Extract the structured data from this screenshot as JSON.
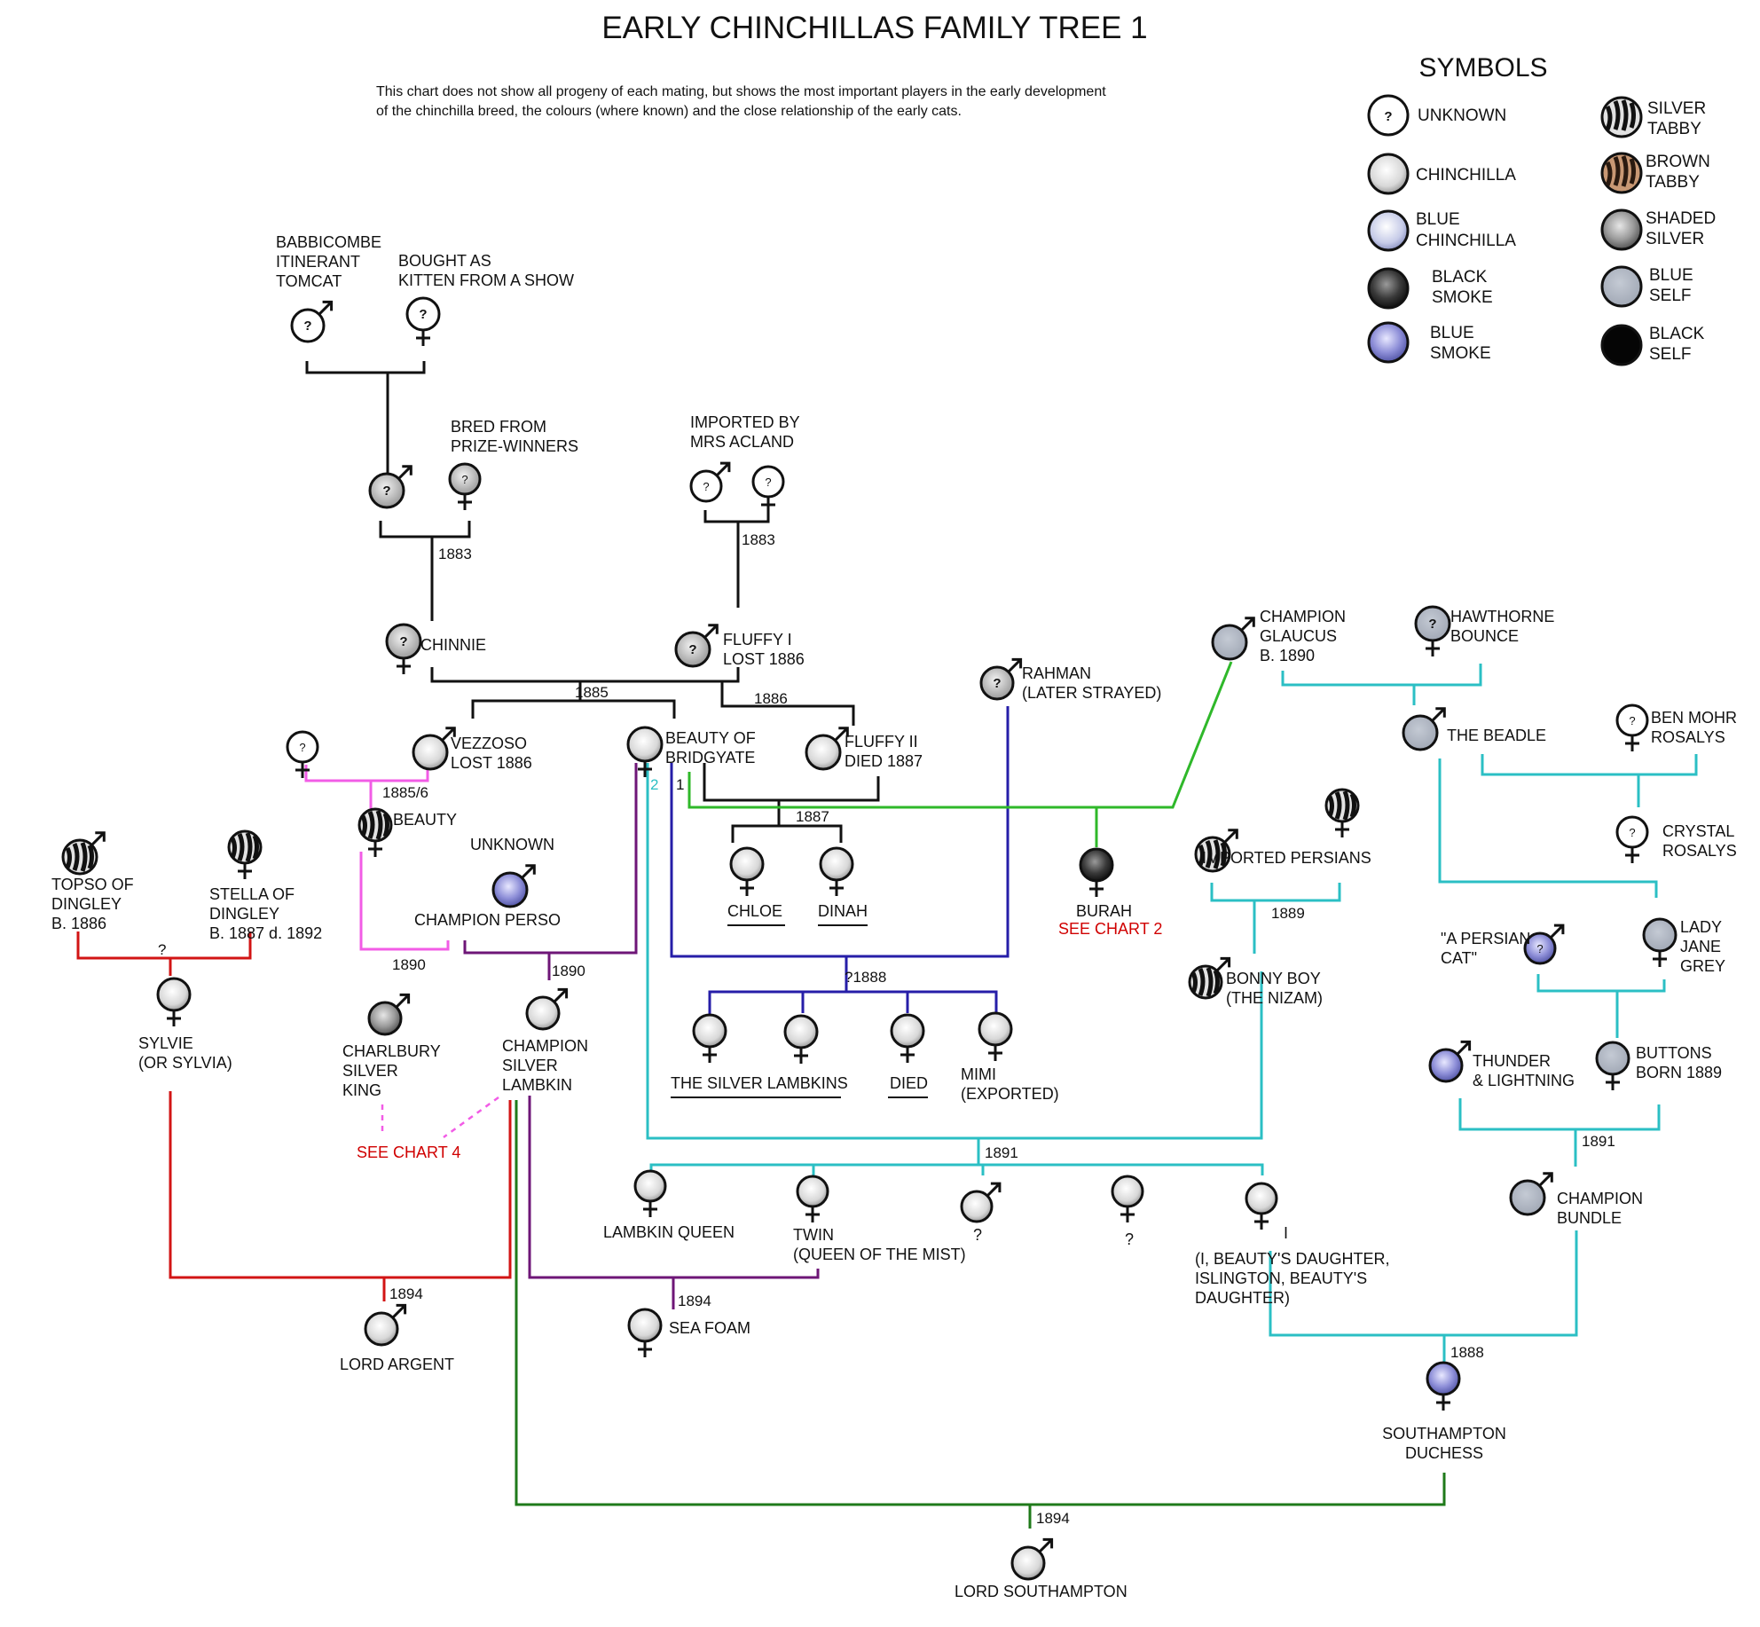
{
  "title": "EARLY CHINCHILLAS FAMILY TREE 1",
  "description": [
    "This chart does not show all progeny of each mating, but shows the most important players in the early development",
    "of the chinchilla breed, the colours (where known) and the close relationship of the early cats."
  ],
  "symbols": {
    "heading": "SYMBOLS",
    "items": [
      {
        "icon": "unknown-icon",
        "lines": [
          "UNKNOWN"
        ]
      },
      {
        "icon": "silver-tabby-icon",
        "lines": [
          "SILVER",
          "TABBY"
        ]
      },
      {
        "icon": "chinchilla-icon",
        "lines": [
          "CHINCHILLA"
        ]
      },
      {
        "icon": "brown-tabby-icon",
        "lines": [
          "BROWN",
          "TABBY"
        ]
      },
      {
        "icon": "blue-chinchilla-icon",
        "lines": [
          "BLUE",
          "CHINCHILLA"
        ]
      },
      {
        "icon": "shaded-silver-icon",
        "lines": [
          "SHADED",
          "SILVER"
        ]
      },
      {
        "icon": "black-smoke-icon",
        "lines": [
          "BLACK",
          "SMOKE"
        ]
      },
      {
        "icon": "blue-self-icon",
        "lines": [
          "BLUE",
          "SELF"
        ]
      },
      {
        "icon": "blue-smoke-icon",
        "lines": [
          "BLUE",
          "SMOKE"
        ]
      },
      {
        "icon": "black-self-icon",
        "lines": [
          "BLACK",
          "SELF"
        ]
      }
    ]
  },
  "colors": {
    "chinchilla": "#d8d8d8",
    "blue_chinchilla": "#c6cbe8",
    "black_smoke": "#3a3a3a",
    "blue_smoke": "#8e8fd8",
    "silver_tabby": "#e2e2e2",
    "brown_tabby": "#c89874",
    "shaded_silver": "#9a9a9a",
    "blue_self": "#a9b0bd",
    "black_self": "#050505",
    "line_black": "#111111",
    "line_pink": "#f25ce6",
    "line_red": "#d21414",
    "line_purple": "#6e1677",
    "line_navy": "#261ea8",
    "line_teal": "#2bbfc4",
    "line_green": "#2fb82a",
    "line_darkgreen": "#1f7a1a",
    "see_chart": "#d00000"
  },
  "cats": {
    "babbicombe": {
      "lines": [
        "BABBICOMBE",
        "ITINERANT",
        "TOMCAT"
      ]
    },
    "bought_show": {
      "lines": [
        "BOUGHT AS",
        "KITTEN FROM A SHOW"
      ]
    },
    "bred_prize": {
      "lines": [
        "BRED FROM",
        "PRIZE-WINNERS"
      ]
    },
    "imported_acland": {
      "lines": [
        "IMPORTED BY",
        "MRS ACLAND"
      ]
    },
    "chinnie": {
      "lines": [
        "CHINNIE"
      ]
    },
    "fluffy1": {
      "lines": [
        "FLUFFY I",
        "LOST 1886"
      ]
    },
    "rahman": {
      "lines": [
        "RAHMAN",
        "(LATER STRAYED)"
      ]
    },
    "glaucus": {
      "lines": [
        "CHAMPION",
        "GLAUCUS",
        "B. 1890"
      ]
    },
    "hawthorne": {
      "lines": [
        "HAWTHORNE",
        "BOUNCE"
      ]
    },
    "vezzoso": {
      "lines": [
        "VEZZOSO",
        "LOST 1886"
      ]
    },
    "bridgyate": {
      "lines": [
        "BEAUTY OF",
        "BRIDGYATE"
      ]
    },
    "fluffy2": {
      "lines": [
        "FLUFFY II",
        "DIED 1887"
      ]
    },
    "beadle": {
      "lines": [
        "THE BEADLE"
      ]
    },
    "ben_mohr": {
      "lines": [
        "BEN MOHR",
        "ROSALYS"
      ]
    },
    "beauty": {
      "lines": [
        "BEAUTY"
      ]
    },
    "unknown": {
      "lines": [
        "UNKNOWN"
      ]
    },
    "perso": {
      "lines": [
        "CHAMPION PERSO"
      ]
    },
    "topso": {
      "lines": [
        "TOPSO OF",
        "DINGLEY",
        "B. 1886"
      ]
    },
    "stella": {
      "lines": [
        "STELLA OF",
        "DINGLEY",
        "B. 1887  d. 1892"
      ]
    },
    "chloe": {
      "lines": [
        "CHLOE"
      ]
    },
    "dinah": {
      "lines": [
        "DINAH"
      ]
    },
    "burah": {
      "lines": [
        "BURAH"
      ]
    },
    "imported_persians": {
      "lines": [
        "IMPORTED PERSIANS"
      ]
    },
    "crystal": {
      "lines": [
        "CRYSTAL",
        "ROSALYS"
      ]
    },
    "a_persian_cat": {
      "lines": [
        "\"A PERSIAN",
        "CAT\""
      ]
    },
    "lady_jane": {
      "lines": [
        "LADY",
        "JANE",
        "GREY"
      ]
    },
    "sylvie": {
      "lines": [
        "SYLVIE",
        "(OR SYLVIA)"
      ]
    },
    "charlbury": {
      "lines": [
        "CHARLBURY",
        "SILVER",
        "KING"
      ]
    },
    "lambkin": {
      "lines": [
        "CHAMPION",
        "SILVER",
        "LAMBKIN"
      ]
    },
    "silver_lambkins": {
      "lines": [
        "THE SILVER LAMBKINS"
      ]
    },
    "died": {
      "lines": [
        "DIED"
      ]
    },
    "mimi": {
      "lines": [
        "MIMI",
        "(EXPORTED)"
      ]
    },
    "bonny_boy": {
      "lines": [
        "BONNY BOY",
        "(THE NIZAM)"
      ]
    },
    "thunder": {
      "lines": [
        "THUNDER",
        "& LIGHTNING"
      ]
    },
    "buttons": {
      "lines": [
        "BUTTONS",
        "BORN 1889"
      ]
    },
    "lambkin_queen": {
      "lines": [
        "LAMBKIN QUEEN"
      ]
    },
    "twin": {
      "lines": [
        "TWIN",
        "(QUEEN OF THE MIST)"
      ]
    },
    "q_male": {
      "lines": [
        "?"
      ]
    },
    "q_female": {
      "lines": [
        "?"
      ]
    },
    "beautys_daughter": {
      "lines": [
        "(I, BEAUTY'S DAUGHTER,",
        "ISLINGTON, BEAUTY'S",
        "DAUGHTER)"
      ],
      "mark": "I"
    },
    "bundle": {
      "lines": [
        "CHAMPION",
        "BUNDLE"
      ]
    },
    "lord_argent": {
      "lines": [
        "LORD ARGENT"
      ]
    },
    "sea_foam": {
      "lines": [
        "SEA FOAM"
      ]
    },
    "southampton_duchess": {
      "lines": [
        "SOUTHAMPTON",
        "DUCHESS"
      ]
    },
    "lord_southampton": {
      "lines": [
        "LORD SOUTHAMPTON"
      ]
    }
  },
  "see_chart_2": "SEE CHART 2",
  "see_chart_4": "SEE CHART 4",
  "years": {
    "y1883a": "1883",
    "y1883b": "1883",
    "y1885": "1885",
    "y1886": "1886",
    "y1885_6": "1885/6",
    "y1887": "1887",
    "y1890a": "1890",
    "y1890b": "1890",
    "y1888q": "?1888",
    "y1889": "1889",
    "y1891a": "1891",
    "y1891b": "1891",
    "y1894a": "1894",
    "y1894b": "1894",
    "y1888": "1888",
    "y1894c": "1894",
    "q_dingley": "?",
    "mark_1": "1",
    "mark_2": "2"
  }
}
